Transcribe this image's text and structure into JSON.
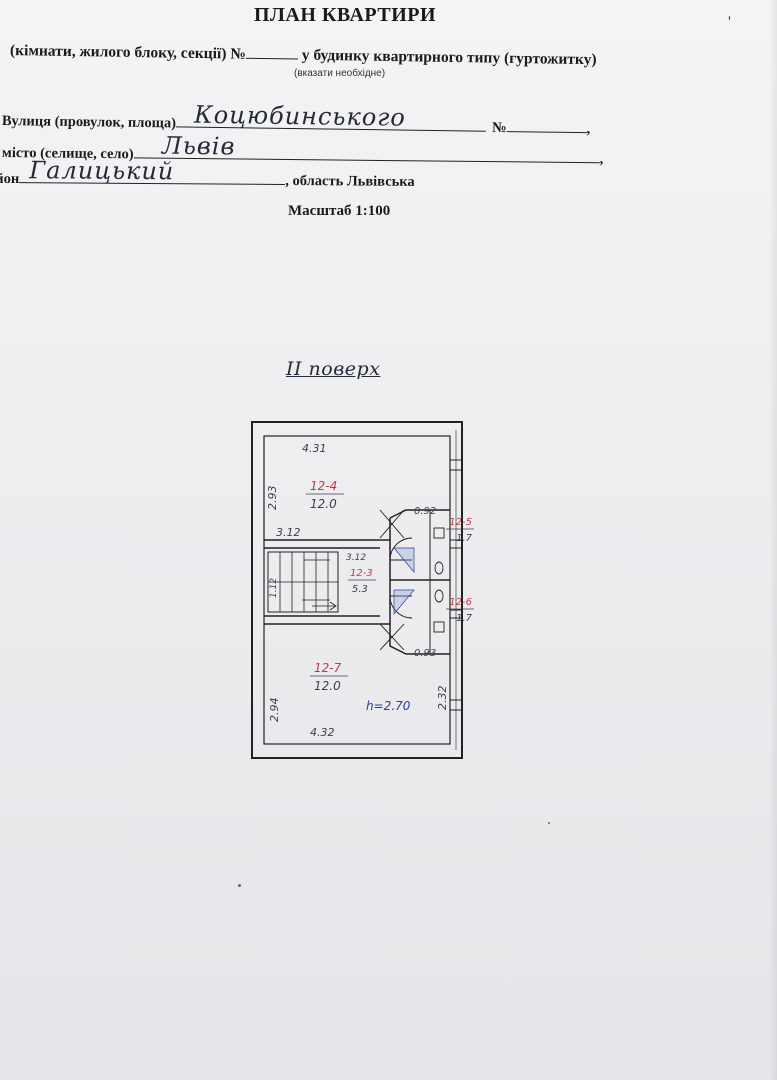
{
  "header": {
    "title": "ПЛАН КВАРТИРИ",
    "subtitle_left": "(кімнати, жилого блоку, секції) №",
    "subtitle_right": "у будинку квартирного типу (гуртожитку)",
    "hint": "(вказати необхідне)",
    "tick": "'"
  },
  "address": {
    "street_label": "Вулиця (провулок, площа)",
    "street_value": "Коцюбинського",
    "number_label": "№",
    "number_value": "",
    "city_label": "місто (селище, село)",
    "city_value": "Львів",
    "district_label": "район",
    "district_value": "Галицький",
    "region_text": ", область Львівська"
  },
  "scale": "Масштаб 1:100",
  "floor_label": "II поверх",
  "plan": {
    "room_4": {
      "id": "12-4",
      "area": "12.0"
    },
    "room_3": {
      "id": "12-3",
      "area": "5.3"
    },
    "room_5": {
      "id": "12-5",
      "area": "1.7"
    },
    "room_6": {
      "id": "12-6",
      "area": "1.7"
    },
    "room_7": {
      "id": "12-7",
      "area": "12.0"
    },
    "height": "h=2.70",
    "dims": {
      "top_width": "4.31",
      "left_upper": "2.93",
      "mid_width": "3.12",
      "mid_small": "3.12",
      "wc_top": "0.92",
      "wc_bottom": "0.93",
      "stair": "1.12",
      "left_lower": "2.94",
      "right_lower": "2.32",
      "bottom_width": "4.32"
    },
    "colors": {
      "pencil": "#3a3f52",
      "red": "#c0394a",
      "blue": "#2c3e9a"
    }
  }
}
